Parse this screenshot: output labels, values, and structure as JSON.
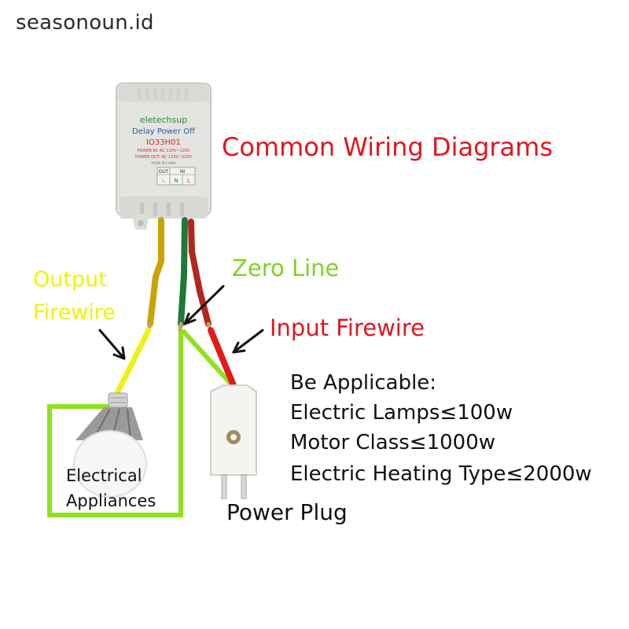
{
  "watermark": "seasonoun.id",
  "title": "Common Wiring Diagrams",
  "device": {
    "brand": "eletechsup",
    "name": "Delay Power Off",
    "model": "IO33H01",
    "spec1": "POWER IN: AC 110V~220V",
    "spec2": "POWER OUT: AC 110V~220V",
    "made": "MADE IN CHINA",
    "out_label": "OUT",
    "in_label": "IN",
    "term_l_out": "L",
    "term_n": "N",
    "term_l_in": "L"
  },
  "labels": {
    "zero_line": "Zero Line",
    "output_line1": "Output",
    "output_line2": "Firewire",
    "input_firewire": "Input Firewire",
    "power_plug": "Power Plug",
    "appliance_line1": "Electrical",
    "appliance_line2": "Appliances"
  },
  "applicable": {
    "heading": "Be Applicable:",
    "items": [
      "Electric Lamps≤100w",
      "Motor Class≤1000w",
      "Electric Heating Type≤2000w"
    ]
  },
  "colors": {
    "title_red": "#e0161f",
    "zero_green": "#7ed321",
    "output_yellow": "#f2f200",
    "wire_yellow": "#c9a400",
    "wire_green": "#1f7a3a",
    "wire_red": "#b3261e"
  }
}
